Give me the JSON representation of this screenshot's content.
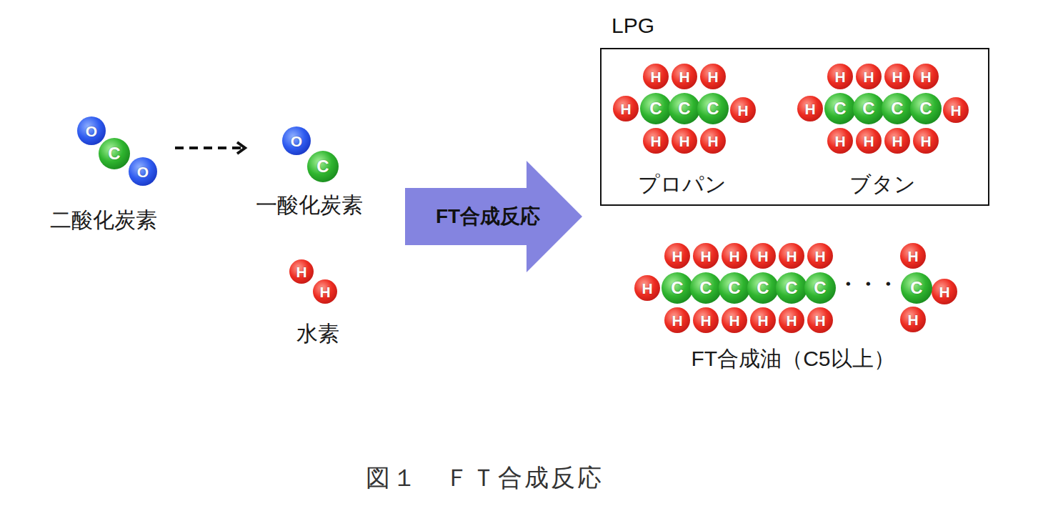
{
  "diagram": {
    "caption": "図１　ＦＴ合成反応",
    "nodes": [
      {
        "text": [
          "O"
        ]
      },
      {
        "text": [
          "C"
        ]
      },
      {
        "text": [
          "O"
        ]
      },
      {
        "text": [
          "O"
        ]
      },
      {
        "text": [
          "C"
        ]
      },
      {
        "text": [
          "H"
        ]
      },
      {
        "text": [
          "H"
        ]
      },
      {
        "text": [
          "FT合成反応"
        ]
      },
      {
        "text": [
          "LPG"
        ]
      },
      {
        "text": [
          "H"
        ],
        "in": 8
      },
      {
        "text": [
          "H"
        ],
        "in": 8
      },
      {
        "text": [
          "H"
        ],
        "in": 8
      },
      {
        "text": [
          "H"
        ],
        "in": 8
      },
      {
        "text": [
          "C"
        ],
        "in": 8
      },
      {
        "text": [
          "C"
        ],
        "in": 8
      },
      {
        "text": [
          "C"
        ],
        "in": 8
      },
      {
        "text": [
          "H"
        ],
        "in": 8
      },
      {
        "text": [
          "H"
        ],
        "in": 8
      },
      {
        "text": [
          "H"
        ],
        "in": 8
      },
      {
        "text": [
          "H"
        ],
        "in": 8
      },
      {
        "text": [
          "H"
        ],
        "in": 8
      },
      {
        "text": [
          "H"
        ],
        "in": 8
      },
      {
        "text": [
          "H"
        ],
        "in": 8
      },
      {
        "text": [
          "H"
        ],
        "in": 8
      },
      {
        "text": [
          "H"
        ],
        "in": 8
      },
      {
        "text": [
          "C"
        ],
        "in": 8
      },
      {
        "text": [
          "C"
        ],
        "in": 8
      },
      {
        "text": [
          "C"
        ],
        "in": 8
      },
      {
        "text": [
          "C"
        ],
        "in": 8
      },
      {
        "text": [
          "H"
        ],
        "in": 8
      },
      {
        "text": [
          "H"
        ],
        "in": 8
      },
      {
        "text": [
          "H"
        ],
        "in": 8
      },
      {
        "text": [
          "H"
        ],
        "in": 8
      },
      {
        "text": [
          "H"
        ],
        "in": 8
      },
      {
        "text": [
          "H"
        ]
      },
      {
        "text": [
          "H"
        ]
      },
      {
        "text": [
          "H"
        ]
      },
      {
        "text": [
          "H"
        ]
      },
      {
        "text": [
          "H"
        ]
      },
      {
        "text": [
          "H"
        ]
      },
      {
        "text": [
          "H"
        ]
      },
      {
        "text": [
          "C"
        ]
      },
      {
        "text": [
          "C"
        ]
      },
      {
        "text": [
          "C"
        ]
      },
      {
        "text": [
          "C"
        ]
      },
      {
        "text": [
          "C"
        ]
      },
      {
        "text": [
          "C"
        ]
      },
      {
        "text": [
          "H"
        ]
      },
      {
        "text": [
          "H"
        ]
      },
      {
        "text": [
          "H"
        ]
      },
      {
        "text": [
          "H"
        ]
      },
      {
        "text": [
          "H"
        ]
      },
      {
        "text": [
          "H"
        ]
      },
      {
        "text": [
          "H"
        ]
      },
      {
        "text": [
          "C"
        ]
      },
      {
        "text": [
          "H"
        ]
      },
      {
        "text": [
          "H"
        ]
      }
    ],
    "labels": [
      "二酸化炭素",
      "一酸化炭素",
      "水素",
      "プロパン",
      "ブタン",
      "・・・",
      "FT合成油（C5以上）"
    ]
  }
}
